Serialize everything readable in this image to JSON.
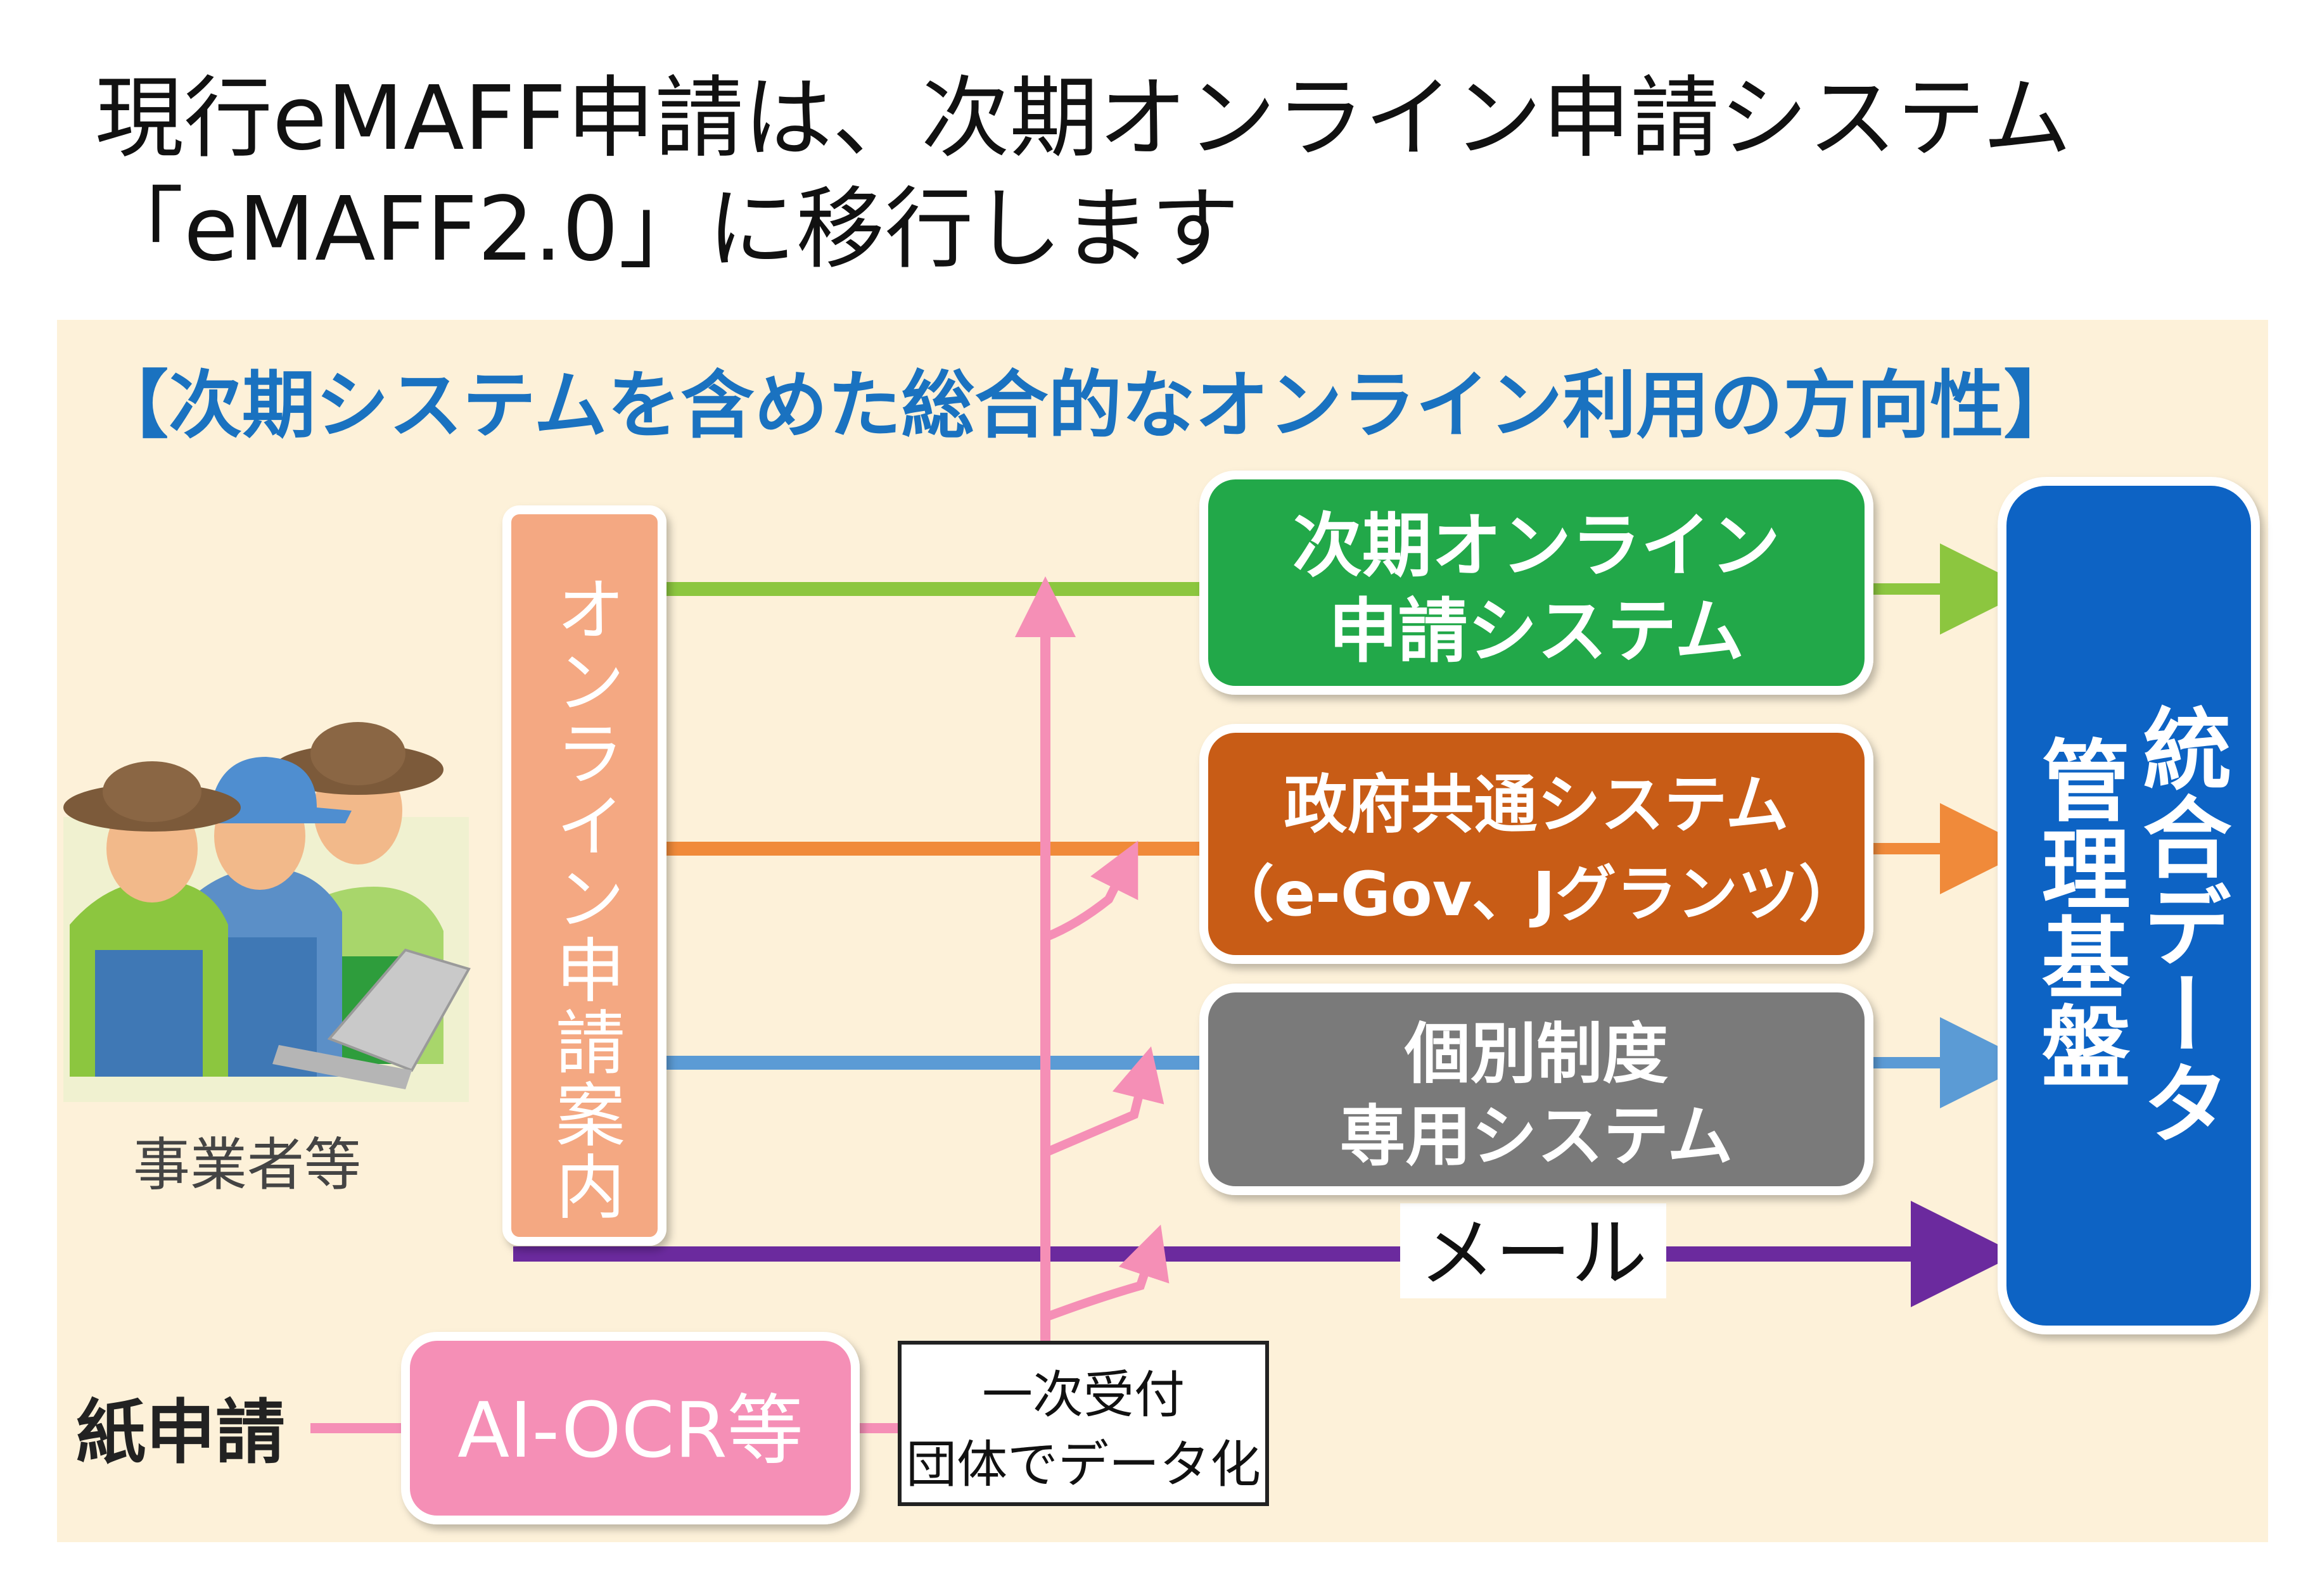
{
  "title": {
    "line1": "現行eMAFF申請は、次期オンライン申請システム",
    "line2": "「eMAFF2.0」に移行します"
  },
  "diagram": {
    "heading": "【次期システムを含めた総合的なオンライン利用の方向性】",
    "users_label": "事業者等",
    "guide_box": "オンライン申請案内",
    "paper_label": "紙申請",
    "ocr_box": "AI-OCR等",
    "first_reception": {
      "line1": "一次受付",
      "line2": "団体でデータ化"
    },
    "systems": [
      {
        "line1": "次期オンライン",
        "line2": "申請システム"
      },
      {
        "line1": "政府共通システム",
        "line2": "（e-Gov、Jグランツ）"
      },
      {
        "line1": "個別制度",
        "line2": "専用システム"
      }
    ],
    "mail_label": "メール",
    "data_platform": "統合データ管理基盤",
    "colors": {
      "background": "#fdf1d9",
      "heading": "#1a72c0",
      "guide_box": "#f4a882",
      "system_green": "#21a849",
      "system_orange": "#c85c15",
      "system_gray": "#7a7a7a",
      "platform_blue": "#0b63c4",
      "ocr_pink": "#f58fb6",
      "line_green": "#8cc63f",
      "line_orange": "#f08a3a",
      "line_blue": "#5b9bd5",
      "line_purple": "#6b2a9e",
      "line_pink": "#f58fb6"
    }
  }
}
